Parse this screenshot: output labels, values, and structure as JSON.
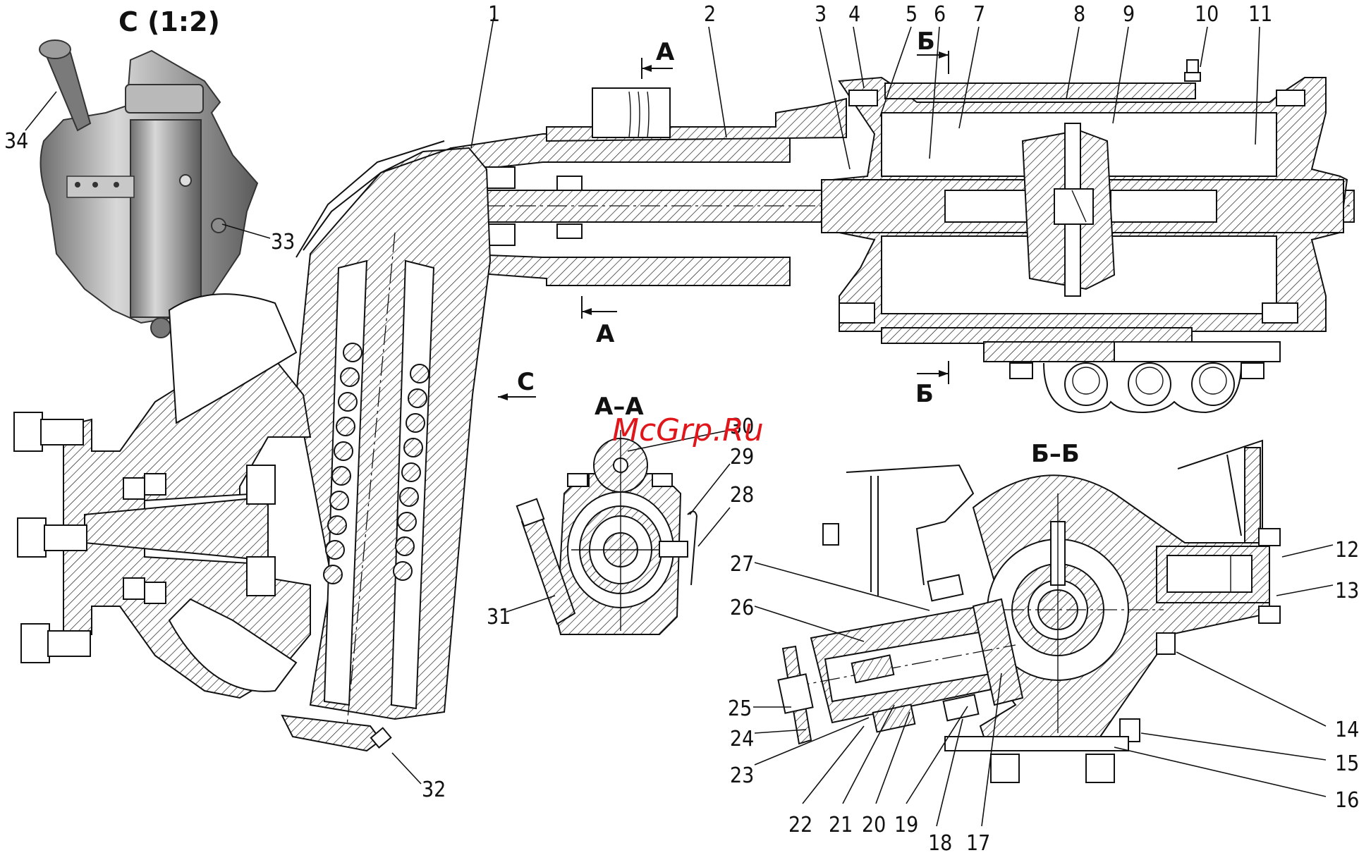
{
  "drawing": {
    "view_titles": {
      "view_c": "C (1:2)",
      "section_aa": "А–А",
      "section_bb": "Б–Б"
    },
    "section_markers": {
      "a_top": "А",
      "a_bottom": "А",
      "b_top": "Б",
      "b_bottom": "Б",
      "c_arrow": "C"
    },
    "watermark": "McGrp.Ru",
    "callouts": [
      {
        "id": "1",
        "label": "1"
      },
      {
        "id": "2",
        "label": "2"
      },
      {
        "id": "3",
        "label": "3"
      },
      {
        "id": "4",
        "label": "4"
      },
      {
        "id": "5",
        "label": "5"
      },
      {
        "id": "6",
        "label": "6"
      },
      {
        "id": "7",
        "label": "7"
      },
      {
        "id": "8",
        "label": "8"
      },
      {
        "id": "9",
        "label": "9"
      },
      {
        "id": "10",
        "label": "10"
      },
      {
        "id": "11",
        "label": "11"
      },
      {
        "id": "12",
        "label": "12"
      },
      {
        "id": "13",
        "label": "13"
      },
      {
        "id": "14",
        "label": "14"
      },
      {
        "id": "15",
        "label": "15"
      },
      {
        "id": "16",
        "label": "16"
      },
      {
        "id": "17",
        "label": "17"
      },
      {
        "id": "18",
        "label": "18"
      },
      {
        "id": "19",
        "label": "19"
      },
      {
        "id": "20",
        "label": "20"
      },
      {
        "id": "21",
        "label": "21"
      },
      {
        "id": "22",
        "label": "22"
      },
      {
        "id": "23",
        "label": "23"
      },
      {
        "id": "24",
        "label": "24"
      },
      {
        "id": "25",
        "label": "25"
      },
      {
        "id": "26",
        "label": "26"
      },
      {
        "id": "27",
        "label": "27"
      },
      {
        "id": "28",
        "label": "28"
      },
      {
        "id": "29",
        "label": "29"
      },
      {
        "id": "30",
        "label": "30"
      },
      {
        "id": "31",
        "label": "31"
      },
      {
        "id": "32",
        "label": "32"
      },
      {
        "id": "33",
        "label": "33"
      },
      {
        "id": "34",
        "label": "34"
      }
    ],
    "colors": {
      "line": "#111111",
      "background": "#ffffff",
      "watermark": "#e0161b",
      "render_shade": "#9a9a9a"
    }
  }
}
